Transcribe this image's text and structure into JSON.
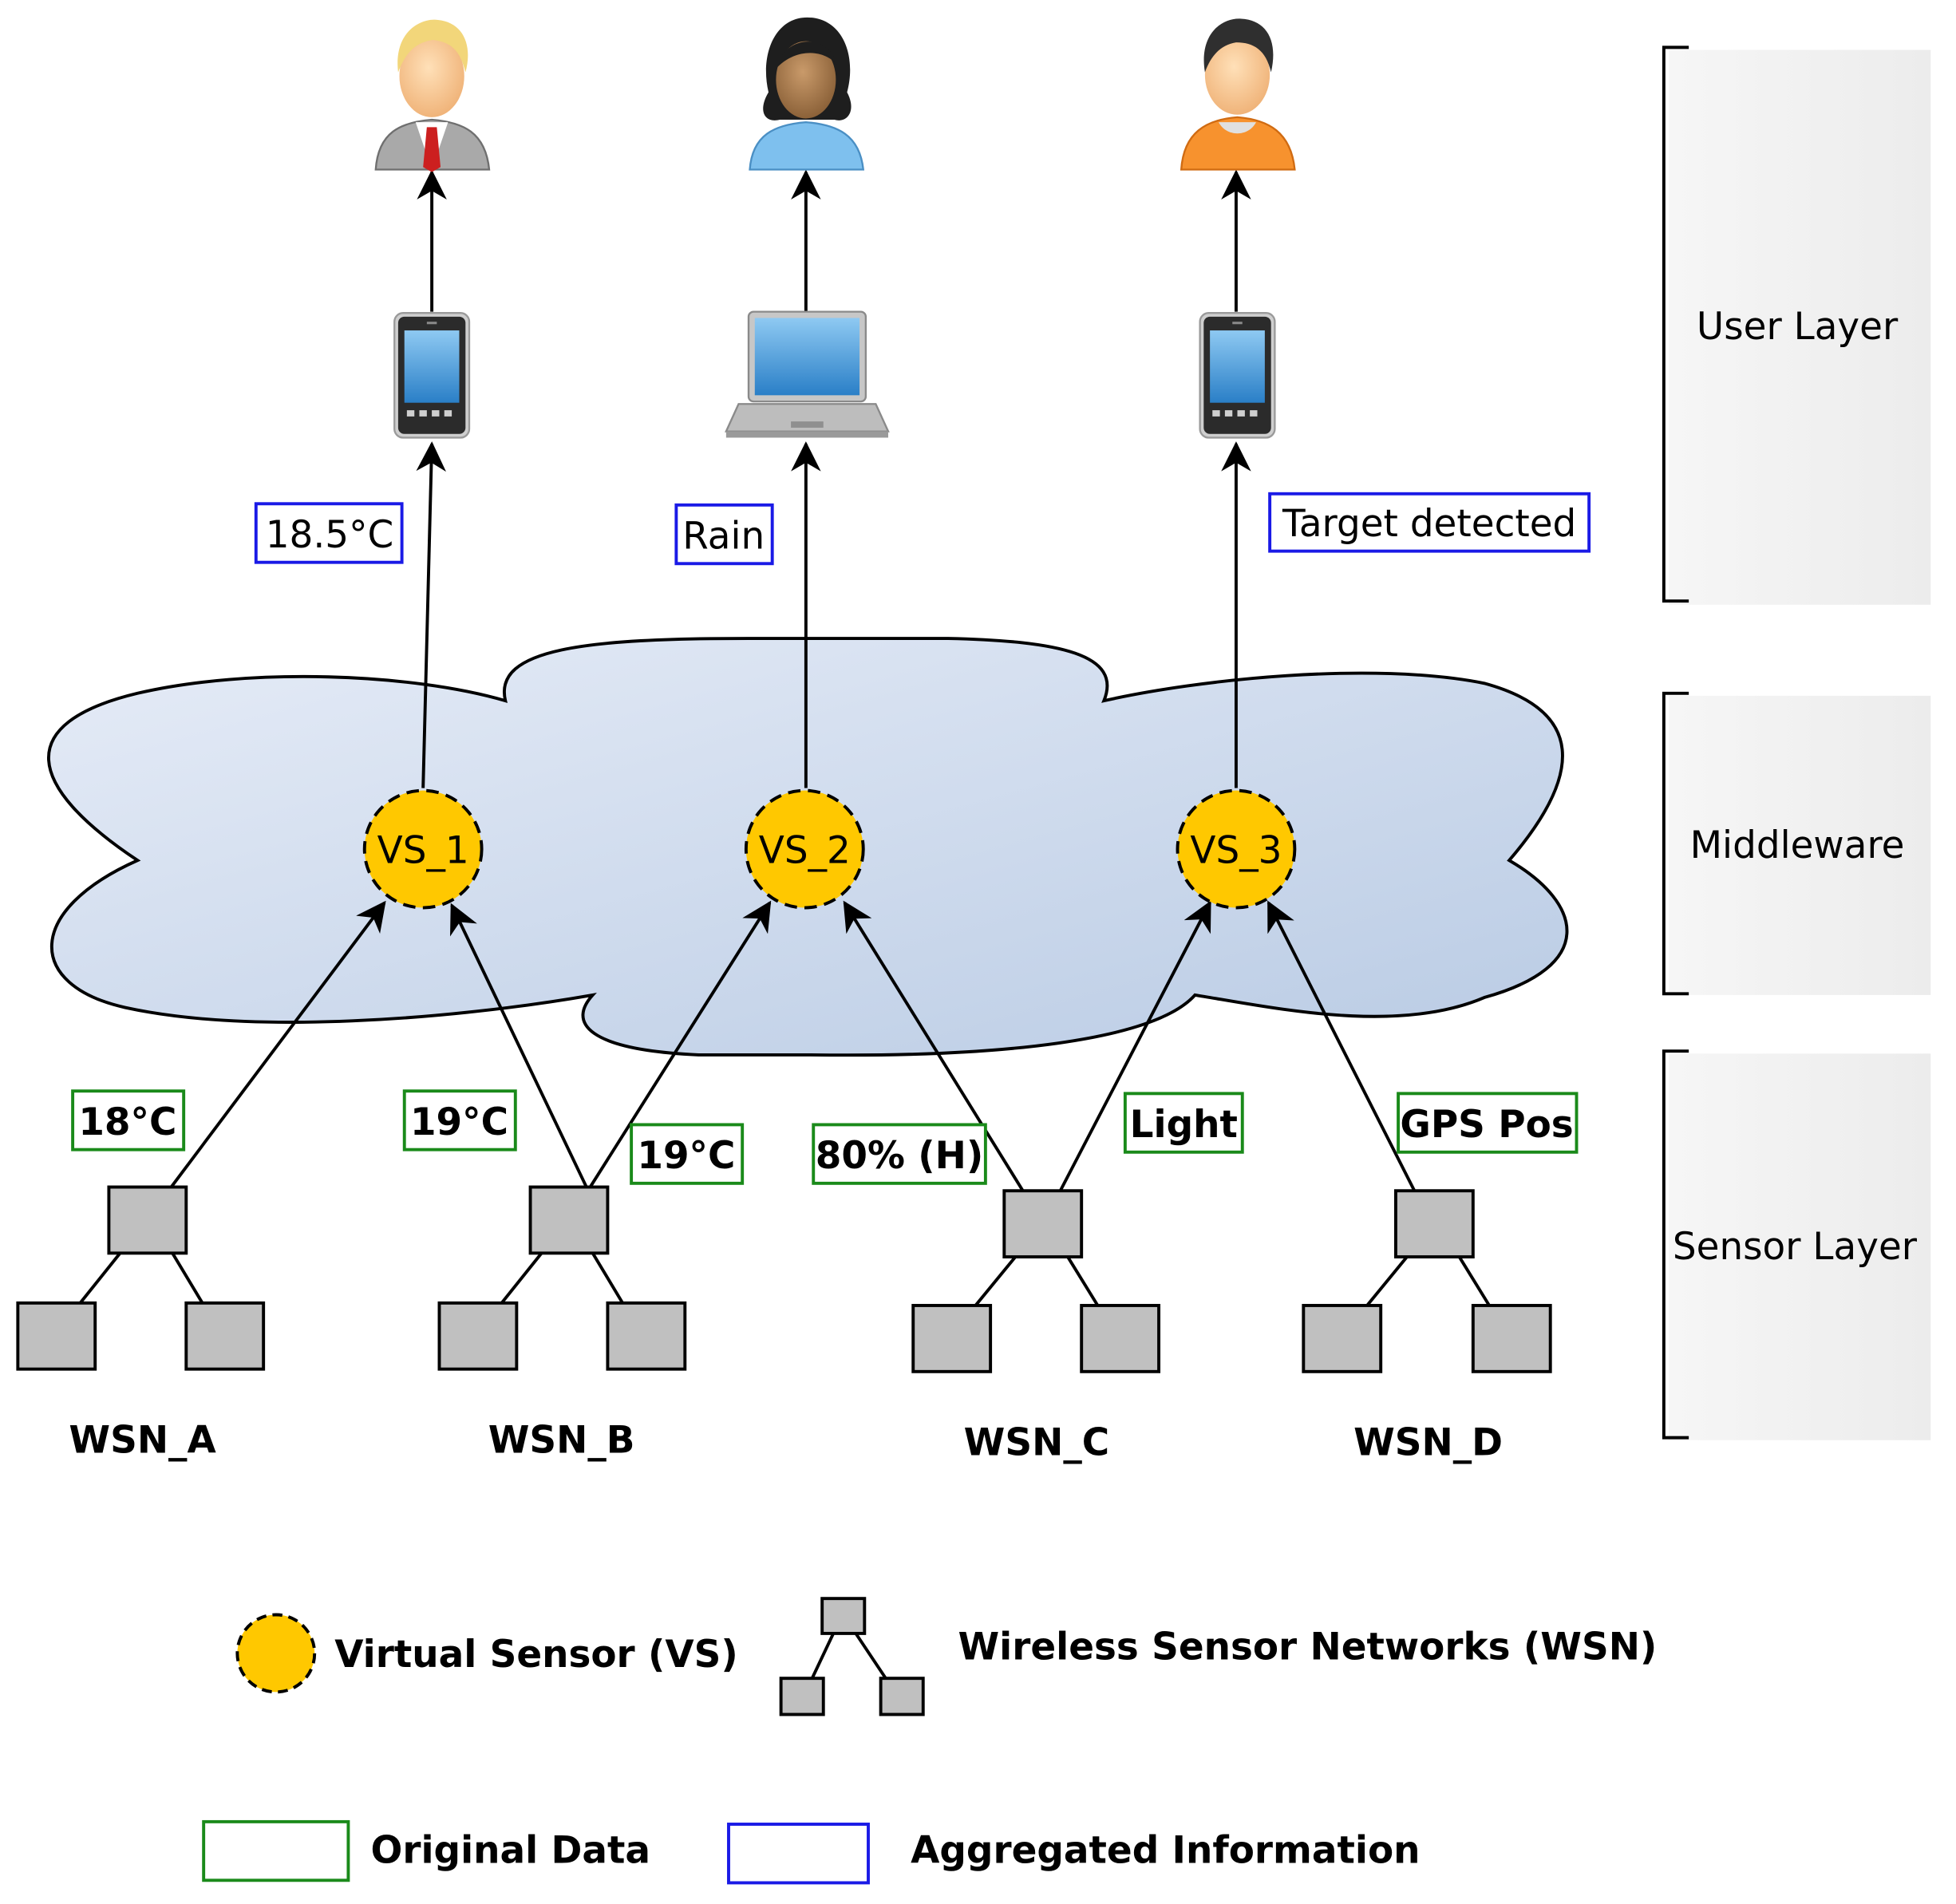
{
  "layers": {
    "user": "User Layer",
    "middleware": "Middleware",
    "sensor": "Sensor Layer"
  },
  "virtual_sensors": [
    {
      "id": "vs1",
      "label": "VS_1"
    },
    {
      "id": "vs2",
      "label": "VS_2"
    },
    {
      "id": "vs3",
      "label": "VS_3"
    }
  ],
  "aggregated": [
    {
      "id": "agg1",
      "label": "18.5°C"
    },
    {
      "id": "agg2",
      "label": "Rain"
    },
    {
      "id": "agg3",
      "label": "Target detected"
    }
  ],
  "original": [
    {
      "id": "orig1",
      "label": "18°C"
    },
    {
      "id": "orig2",
      "label": "19°C"
    },
    {
      "id": "orig3",
      "label": "19°C"
    },
    {
      "id": "orig4",
      "label": "80% (H)"
    },
    {
      "id": "orig5",
      "label": "Light"
    },
    {
      "id": "orig6",
      "label": "GPS Pos"
    }
  ],
  "wsn": [
    {
      "id": "wsnA",
      "label": "WSN_A"
    },
    {
      "id": "wsnB",
      "label": "WSN_B"
    },
    {
      "id": "wsnC",
      "label": "WSN_C"
    },
    {
      "id": "wsnD",
      "label": "WSN_D"
    }
  ],
  "devices": [
    {
      "id": "dev1",
      "icon": "tablet-icon"
    },
    {
      "id": "dev2",
      "icon": "laptop-icon"
    },
    {
      "id": "dev3",
      "icon": "tablet-icon"
    }
  ],
  "users": [
    {
      "id": "user1",
      "icon": "businessman-icon"
    },
    {
      "id": "user2",
      "icon": "woman-icon"
    },
    {
      "id": "user3",
      "icon": "man-orange-icon"
    }
  ],
  "legend": {
    "vs": "Virtual Sensor (VS)",
    "wsn": "Wireless Sensor Networks (WSN)",
    "original": "Original Data",
    "aggregated": "Aggregated Information"
  },
  "colors": {
    "vs_fill": "#FFC800",
    "original_border": "#1a8a1a",
    "aggregated_border": "#1a1ae6",
    "node_fill": "#c0c0c0",
    "cloud_fill_start": "#e3eaf6",
    "cloud_fill_end": "#bccde6"
  }
}
